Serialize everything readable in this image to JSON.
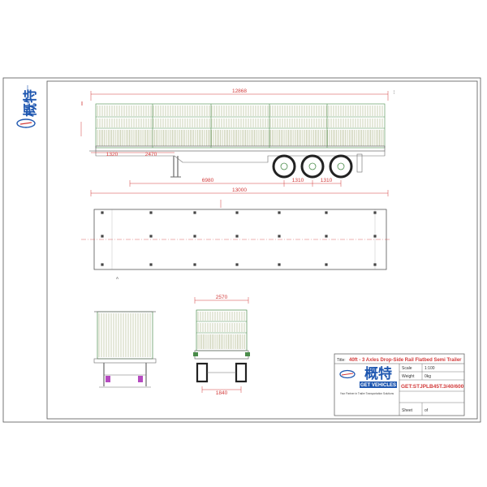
{
  "dimensions": {
    "overall_length_top": "12868",
    "front_overhang": "1320",
    "kingpin_to_leg": "2470",
    "kingpin_to_axle": "6980",
    "axle_spacing_1": "1310",
    "axle_spacing_2": "1310",
    "overall_length_bottom": "13000",
    "rear_width": "2570",
    "wheel_track": "1840"
  },
  "title_block": {
    "title_label": "Title:",
    "title_text": "40ft - 3 Axles Drop-Side Rail Flatbed Semi Trailer",
    "field1_label": "Scale",
    "field1_value": "1:100",
    "field2_label": "Weight",
    "field2_value": "0kg",
    "drawing_code": "GET:STJPLB45T.3/40/600",
    "sheet_label": "Sheet",
    "sheet_of": "of",
    "company_cn": "概特",
    "company_en": "GET VEHICLES",
    "slogan": "Your Partner in Trailer Transportation Solutions"
  },
  "logo_left": {
    "company_cn": "概特"
  },
  "colors": {
    "outline": "#4a8c4a",
    "dimension": "#d23a3a",
    "frame": "#6a6a6a",
    "brand": "#1f57b0",
    "rails": "#6b7a2a"
  }
}
